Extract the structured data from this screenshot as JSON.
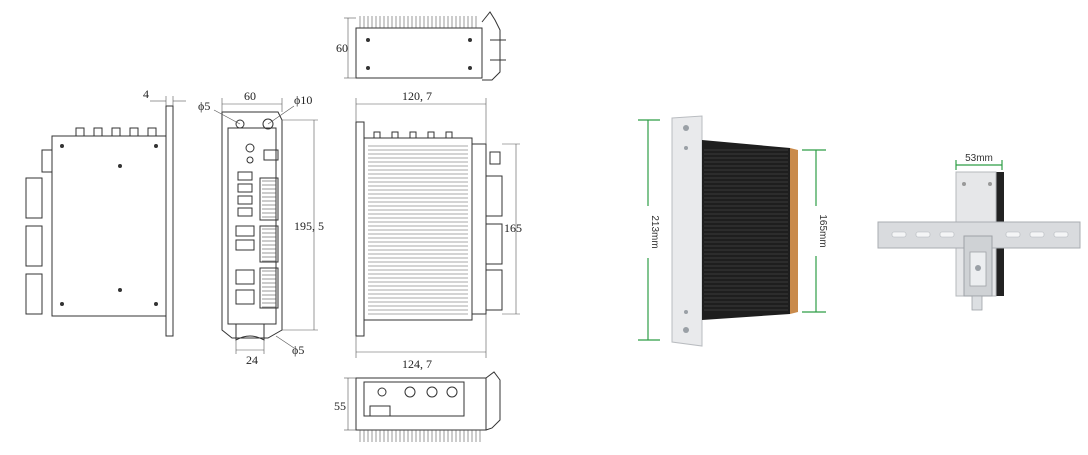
{
  "drawing": {
    "top_view": {
      "height": "60"
    },
    "left_view": {
      "flange": "4"
    },
    "front_view": {
      "width": "60",
      "hole_left": "ϕ5",
      "hole_right": "ϕ10",
      "height": "195, 5",
      "tab": "24",
      "hole_bottom": "ϕ5"
    },
    "side_view": {
      "top_width": "120, 7",
      "bottom_width": "124, 7",
      "height": "165"
    },
    "bottom_view": {
      "height": "55"
    }
  },
  "photo_panel": {
    "height_label": "213mm",
    "depth_label": "165mm",
    "accent": "#2e9e46"
  },
  "din_panel": {
    "width_label": "53mm",
    "accent": "#2e9e46"
  }
}
